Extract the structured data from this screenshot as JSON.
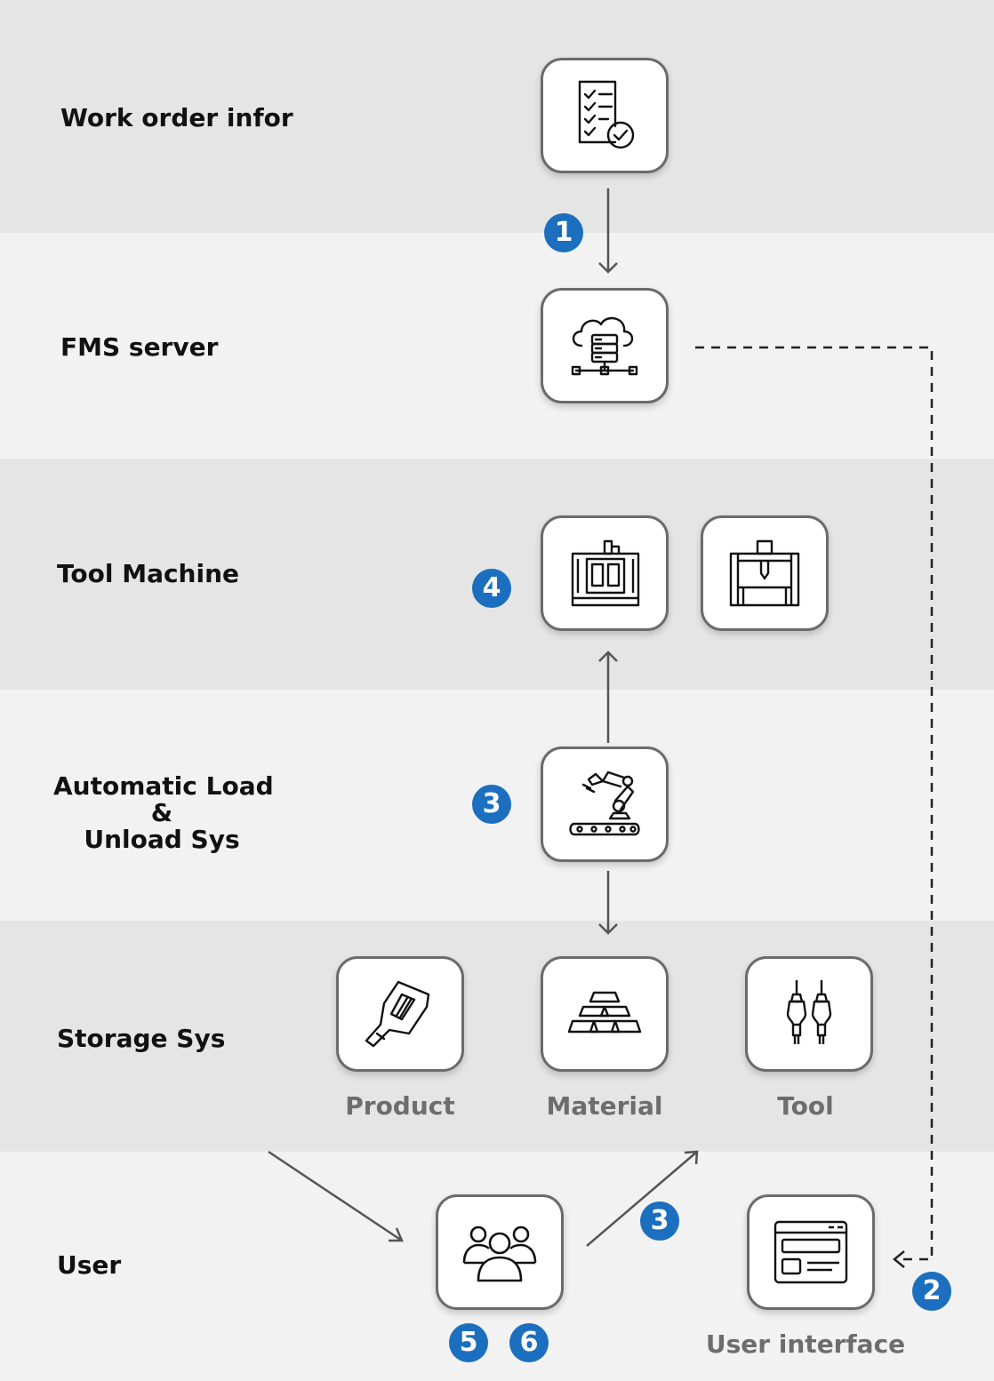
{
  "lanes": [
    {
      "id": "work-order",
      "label": "Work order infor",
      "shade": "#e5e5e5"
    },
    {
      "id": "fms-server",
      "label": "FMS server",
      "shade": "#f2f2f2"
    },
    {
      "id": "tool-machine",
      "label": "Tool Machine",
      "shade": "#e5e5e5"
    },
    {
      "id": "auto-load",
      "label_lines": [
        "Automatic Load",
        "&",
        "Unload Sys"
      ],
      "shade": "#f2f2f2"
    },
    {
      "id": "storage",
      "label": "Storage Sys",
      "shade": "#e5e5e5"
    },
    {
      "id": "user",
      "label": "User",
      "shade": "#f2f2f2"
    }
  ],
  "nodes": {
    "work_order": {
      "icon": "checklist-icon"
    },
    "fms_server": {
      "icon": "cloud-server-icon"
    },
    "machine_a": {
      "icon": "machining-center-icon"
    },
    "machine_b": {
      "icon": "gantry-machine-icon"
    },
    "robot": {
      "icon": "robot-arm-conveyor-icon"
    },
    "product": {
      "icon": "product-part-icon",
      "caption": "Product"
    },
    "material": {
      "icon": "material-bars-icon",
      "caption": "Material"
    },
    "tool": {
      "icon": "tool-holders-icon",
      "caption": "Tool"
    },
    "user": {
      "icon": "users-group-icon"
    },
    "user_interface": {
      "icon": "browser-window-icon",
      "caption": "User interface"
    }
  },
  "steps": {
    "s1": "1",
    "s2": "2",
    "s3a": "3",
    "s3b": "3",
    "s4": "4",
    "s5": "5",
    "s6": "6"
  },
  "colors": {
    "badge": "#1c6fbe",
    "band_dark": "#e5e5e5",
    "band_light": "#f2f2f2",
    "node_border": "#6b6b6b",
    "arrow": "#555555",
    "caption": "#6d6d6d"
  }
}
